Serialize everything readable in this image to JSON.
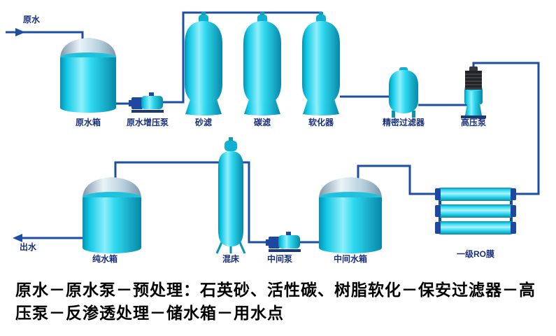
{
  "diagram": {
    "labels": {
      "raw_water": "原水",
      "raw_water_tank": "原水箱",
      "booster_pump": "原水增压泵",
      "sand_filter": "砂滤",
      "carbon_filter": "碳滤",
      "softener": "软化器",
      "precision_filter": "精密过滤器",
      "high_pressure_pump": "高压泵",
      "pure_water_tank": "纯水箱",
      "mixed_bed": "混床",
      "intermediate_pump": "中间泵",
      "intermediate_tank": "中间水箱",
      "ro_membrane": "一级RO膜",
      "water_out": "出水"
    },
    "colors": {
      "equipment_cyan": "#2bd7ef",
      "pipe_blue": "#1d4fa0",
      "dome_gray": "#c7d8e2",
      "label_navy": "#1a2f7c",
      "caption_black": "#000000"
    }
  },
  "caption": {
    "line1": "原水－原水泵－预处理：石英砂、活性碳、树脂软化－保安过滤器－高",
    "line2": "压泵－反渗透处理－储水箱－用水点"
  }
}
